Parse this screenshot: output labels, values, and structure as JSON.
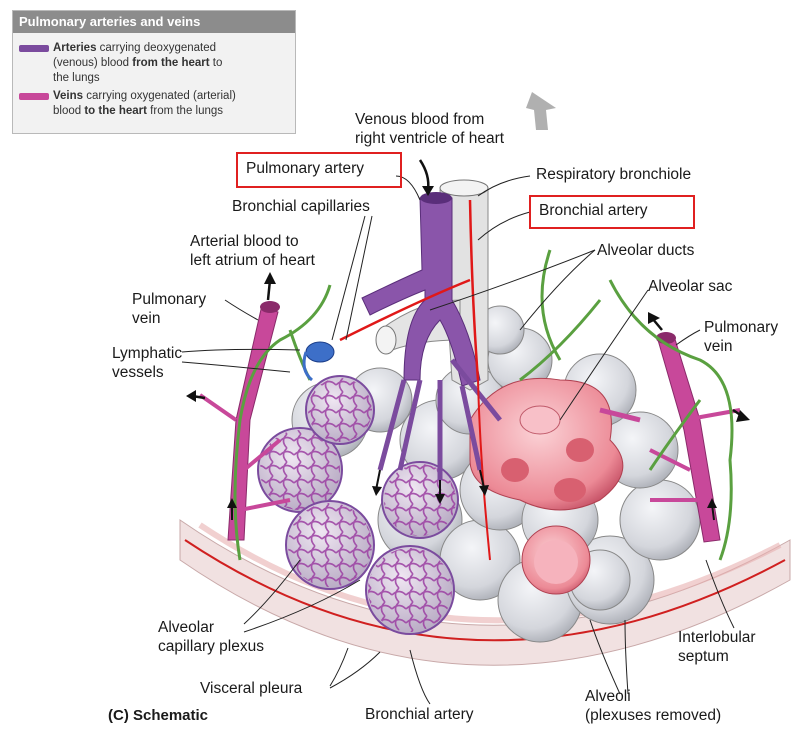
{
  "legend": {
    "title": "Pulmonary arteries and veins",
    "arteries_bold": "Arteries",
    "arteries_text_1": " carrying deoxygenated",
    "arteries_text_2": "(venous) blood ",
    "arteries_bold_2": "from the heart",
    "arteries_text_3": " to",
    "arteries_text_4": "the lungs",
    "veins_bold": "Veins",
    "veins_text_1": " carrying oxygenated (arterial)",
    "veins_text_2": "blood ",
    "veins_bold_2": "to the heart",
    "veins_text_3": " from the lungs",
    "artery_color": "#7b4b9e",
    "vein_color": "#c8489a"
  },
  "labels": {
    "venous_blood_1": "Venous blood from",
    "venous_blood_2": "right ventricle of heart",
    "pulmonary_artery": "Pulmonary artery",
    "respiratory_bronchiole": "Respiratory bronchiole",
    "bronchial_capillaries": "Bronchial capillaries",
    "bronchial_artery_top": "Bronchial artery",
    "arterial_blood_1": "Arterial blood to",
    "arterial_blood_2": "left atrium of heart",
    "alveolar_ducts": "Alveolar ducts",
    "alveolar_sac": "Alveolar sac",
    "pulmonary_vein_left_1": "Pulmonary",
    "pulmonary_vein_left_2": "vein",
    "pulmonary_vein_right_1": "Pulmonary",
    "pulmonary_vein_right_2": "vein",
    "lymphatic_1": "Lymphatic",
    "lymphatic_2": "vessels",
    "alveolar_plexus_1": "Alveolar",
    "alveolar_plexus_2": "capillary plexus",
    "interlobular_1": "Interlobular",
    "interlobular_2": "septum",
    "visceral_pleura": "Visceral pleura",
    "bronchial_artery_bottom": "Bronchial artery",
    "alveoli_1": "Alveoli",
    "alveoli_2": "(plexuses removed)",
    "caption": "(C) Schematic"
  },
  "colors": {
    "highlight_box": "#e02020",
    "lymphatic": "#5aa040",
    "bronchial_artery": "#e01818",
    "alveoli_fill": "#d9dbe0",
    "sac_interior": "#f0a0a8"
  }
}
